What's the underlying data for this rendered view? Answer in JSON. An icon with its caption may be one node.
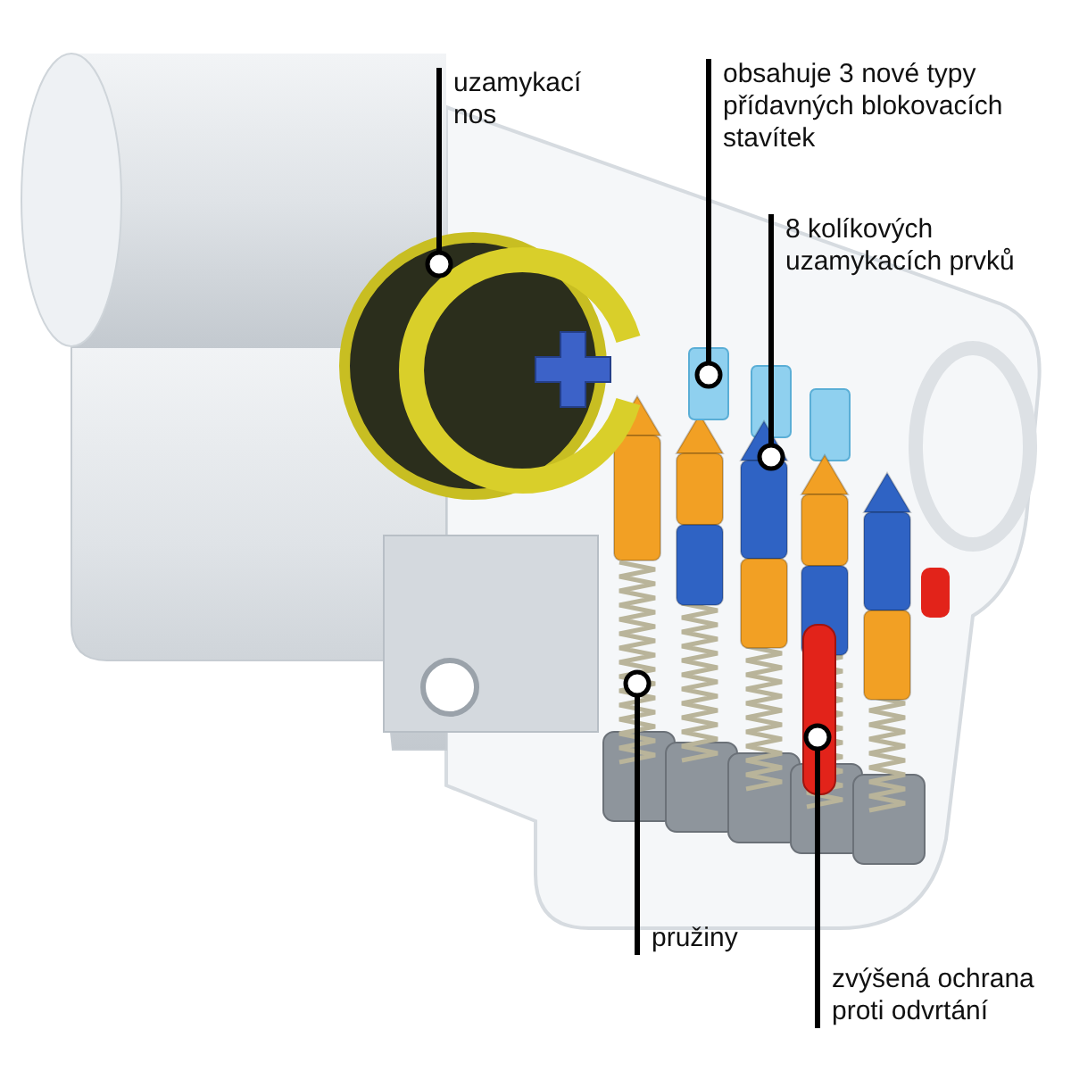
{
  "diagram": {
    "nodes": [
      {
        "text": [
          "uzamykací nos"
        ]
      },
      {
        "text": [
          "obsahuje 3 nové typy přídavných blokovacích stavítek"
        ]
      },
      {
        "text": [
          "8 kolíkových uzamykacích prvků"
        ]
      },
      {
        "text": [
          "pružiny"
        ]
      },
      {
        "text": [
          "zvýšená ochrana proti odvrtání"
        ]
      },
      {
        "text": [],
        "shape": "picture"
      },
      {
        "text": [],
        "shape": "bar"
      },
      {
        "text": [],
        "shape": "picture"
      },
      {
        "text": [],
        "shape": "picture"
      },
      {
        "text": [],
        "shape": "picture"
      }
    ],
    "edges": [
      {
        "from": 0,
        "to": 5,
        "arrow": "other"
      },
      {
        "from": 1,
        "to": 6,
        "arrow": "other"
      },
      {
        "from": 2,
        "to": 7,
        "arrow": "other"
      },
      {
        "from": 3,
        "to": 8,
        "arrow": "other"
      },
      {
        "from": 4,
        "to": 9,
        "arrow": "other"
      }
    ]
  }
}
